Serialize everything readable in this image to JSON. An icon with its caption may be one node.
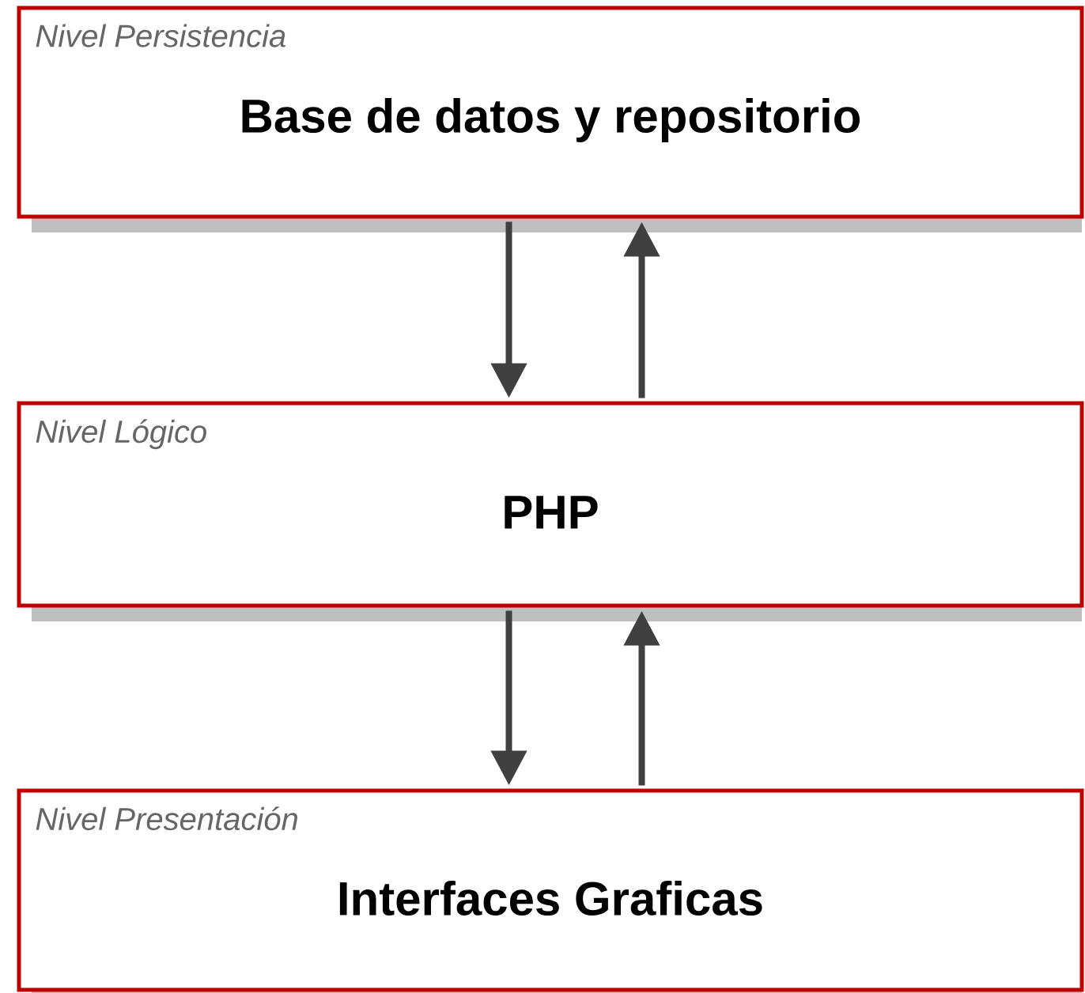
{
  "diagram": {
    "nodes": [
      {
        "text": [
          "Nivel Persistencia",
          "Base de datos y repositorio"
        ]
      },
      {
        "text": [
          "Nivel Lógico",
          "PHP"
        ]
      },
      {
        "text": [
          "Nivel Presentación",
          "Interfaces Graficas"
        ]
      }
    ],
    "edges": [
      {
        "from": 0,
        "to": 1,
        "arrow": "to"
      },
      {
        "from": 1,
        "to": 0,
        "arrow": "to"
      },
      {
        "from": 1,
        "to": 2,
        "arrow": "to"
      },
      {
        "from": 2,
        "to": 1,
        "arrow": "to"
      }
    ]
  }
}
